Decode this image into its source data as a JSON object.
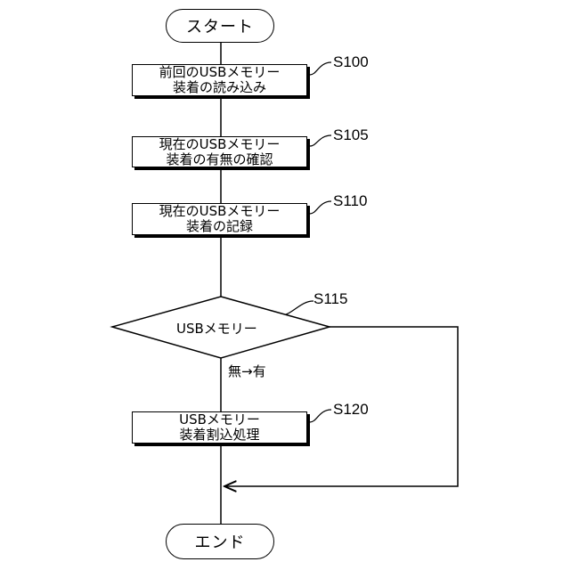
{
  "start": {
    "label": "スタート"
  },
  "end": {
    "label": "エンド"
  },
  "steps": [
    {
      "id": "S100",
      "lines": [
        "前回のUSBメモリー",
        "装着の読み込み"
      ]
    },
    {
      "id": "S105",
      "lines": [
        "現在のUSBメモリー",
        "装着の有無の確認"
      ]
    },
    {
      "id": "S110",
      "lines": [
        "現在のUSBメモリー",
        "装着の記録"
      ]
    },
    {
      "id": "S120",
      "lines": [
        "USBメモリー",
        "装着割込処理"
      ]
    }
  ],
  "decision": {
    "id": "S115",
    "label": "USBメモリー",
    "branch_label": "無→有"
  }
}
